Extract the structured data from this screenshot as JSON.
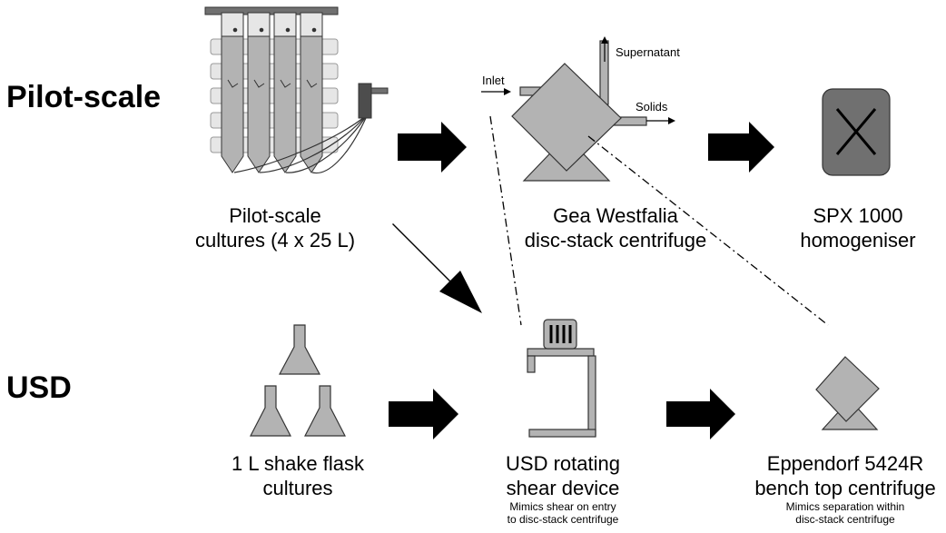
{
  "rows": {
    "pilot": "Pilot-scale",
    "usd": "USD"
  },
  "pilot": {
    "cultures": {
      "line1": "Pilot-scale",
      "line2": "cultures (4 x 25 L)"
    },
    "centrifuge": {
      "line1": "Gea Westfalia",
      "line2": "disc-stack centrifuge",
      "inlet": "Inlet",
      "supernatant": "Supernatant",
      "solids": "Solids"
    },
    "homogeniser": {
      "line1": "SPX 1000",
      "line2": "homogeniser"
    }
  },
  "usd": {
    "flasks": {
      "line1": "1 L shake flask",
      "line2": "cultures"
    },
    "shear": {
      "line1": "USD rotating",
      "line2": "shear device",
      "note1": "Mimics shear on entry",
      "note2": "to disc-stack centrifuge"
    },
    "bench": {
      "line1": "Eppendorf 5424R",
      "line2": "bench top centrifuge",
      "note1": "Mimics separation within",
      "note2": "disc-stack centrifuge"
    }
  },
  "colors": {
    "fill_light": "#b3b3b3",
    "fill_dark": "#707070",
    "fill_tank": "#e6e6e6",
    "fill_darkest": "#4d4d4d",
    "stroke": "#333333",
    "arrow": "#000000"
  }
}
